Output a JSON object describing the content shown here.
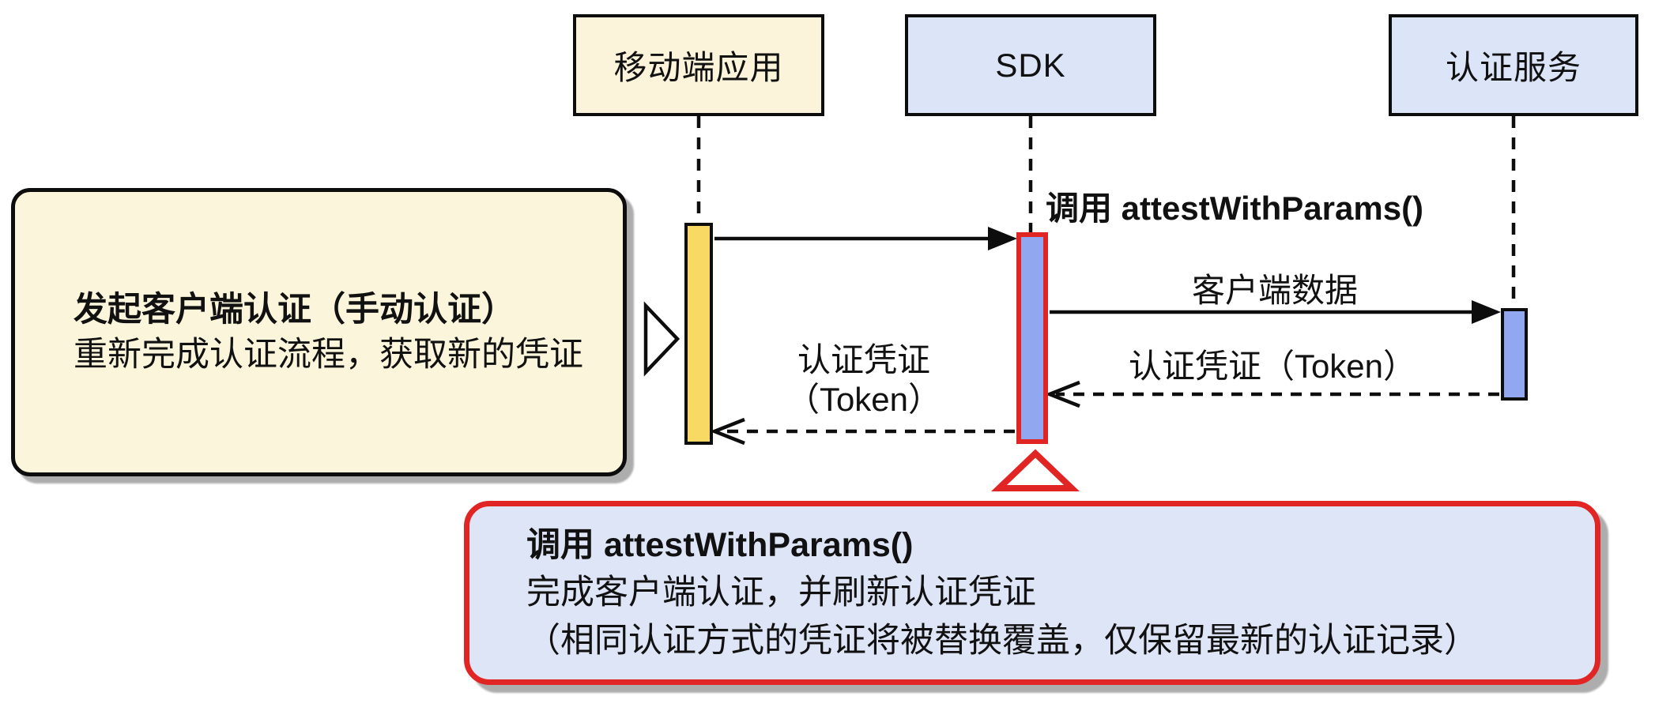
{
  "diagram": {
    "type": "sequence-diagram",
    "actors": [
      {
        "id": "mobile-app",
        "label": "移动端应用"
      },
      {
        "id": "sdk",
        "label": "SDK"
      },
      {
        "id": "auth-service",
        "label": "认证服务"
      }
    ],
    "messages": [
      {
        "id": "call-attest",
        "from": "mobile-app",
        "to": "sdk",
        "style": "solid",
        "label": "调用 attestWithParams()"
      },
      {
        "id": "client-data",
        "from": "sdk",
        "to": "auth-service",
        "style": "solid",
        "label": "客户端数据"
      },
      {
        "id": "token-to-sdk",
        "from": "auth-service",
        "to": "sdk",
        "style": "dashed",
        "label": "认证凭证（Token）"
      },
      {
        "id": "token-to-mobile",
        "from": "sdk",
        "to": "mobile-app",
        "style": "dashed",
        "label_line1": "认证凭证",
        "label_line2": "（Token）"
      }
    ],
    "left_note": {
      "title": "发起客户端认证（手动认证）",
      "body": "重新完成认证流程，获取新的凭证"
    },
    "bottom_note": {
      "title": "调用 attestWithParams()",
      "line2": "完成客户端认证，并刷新认证凭证",
      "line3": "（相同认证方式的凭证将被替换覆盖，仅保留最新的认证记录）"
    }
  },
  "colors": {
    "actor-mobile-fill": "#FBF4DB",
    "actor-service-fill": "#DCE5F8",
    "note-yellow-fill": "#FBF5DC",
    "note-blue-fill": "#DEE5F7",
    "activation-yellow": "#F7D964",
    "activation-blue": "#91A7F0",
    "accent-red": "#E12525",
    "line-black": "#0D0D0D",
    "shadow-gray": "#ADADAD"
  }
}
